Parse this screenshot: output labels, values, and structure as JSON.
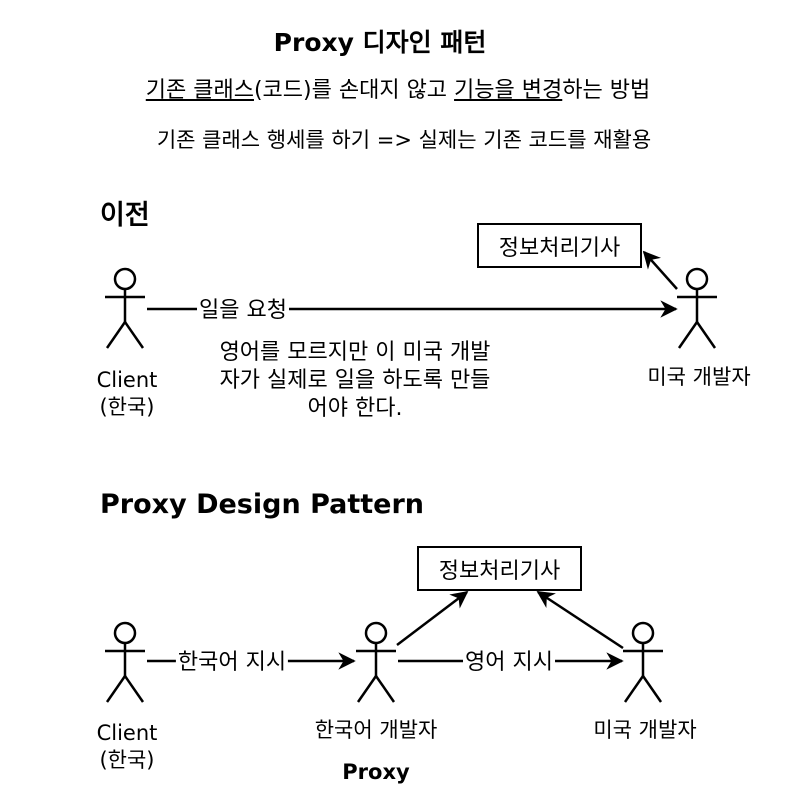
{
  "title": "Proxy 디자인 패턴",
  "subtitle": {
    "part1": "기존 클래스",
    "part2": "(코드)를 손대지 않고 ",
    "part3": "기능을 변경",
    "part4": "하는 방법"
  },
  "description": "기존 클래스 행세를 하기 => 실제는 기존 코드를 재활용",
  "before": {
    "heading": "이전",
    "client_label_line1": "Client",
    "client_label_line2": "(한국)",
    "edge_label": "일을 요청",
    "dev_label": "미국 개발자",
    "box_label": "정보처리기사",
    "note_lines": [
      "영어를 모르지만 이 미국 개발",
      "자가 실제로 일을 하도록 만들",
      "어야 한다."
    ]
  },
  "proxy": {
    "heading": "Proxy Design Pattern",
    "client_label_line1": "Client",
    "client_label_line2": "(한국)",
    "edge1_label": "한국어 지시",
    "proxy_dev_label": "한국어 개발자",
    "proxy_tag": "Proxy",
    "edge2_label": "영어 지시",
    "us_dev_label": "미국 개발자",
    "box_label": "정보처리기사"
  },
  "colors": {
    "stroke": "#000000",
    "background": "#ffffff"
  }
}
